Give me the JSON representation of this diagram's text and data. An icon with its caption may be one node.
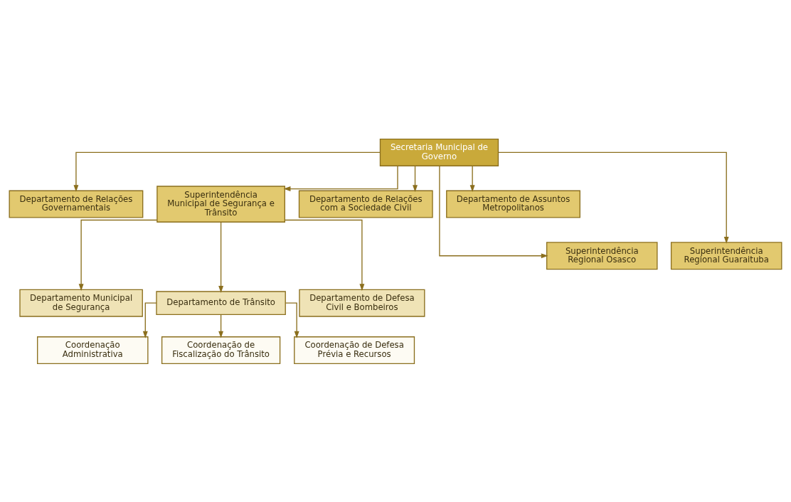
{
  "diagram": {
    "nodes": [
      {
        "text": [
          "Secretaria Municipal de Governo"
        ]
      },
      {
        "text": [
          "Departamento de Relações Governamentais"
        ]
      },
      {
        "text": [
          "Superintendência Municipal de Segurança e Trânsito"
        ]
      },
      {
        "text": [
          "Departamento de Relações com a Sociedade Civil"
        ]
      },
      {
        "text": [
          "Departamento de Assuntos Metropolitanos"
        ]
      },
      {
        "text": [
          "Superintendência Regional Osasco"
        ]
      },
      {
        "text": [
          "Superintendência Regional Guaraituba"
        ]
      },
      {
        "text": [
          "Departamento Municipal de Segurança"
        ]
      },
      {
        "text": [
          "Departamento de Trânsito"
        ]
      },
      {
        "text": [
          "Departamento de Defesa Civil e Bombeiros"
        ]
      },
      {
        "text": [
          "Coordenação Administrativa"
        ]
      },
      {
        "text": [
          "Coordenação de Fiscalização do Trânsito"
        ]
      },
      {
        "text": [
          "Coordenação de Defesa Prévia e Recursos"
        ]
      }
    ],
    "edges": [
      {
        "from": 0,
        "to": 1,
        "arrow": "to"
      },
      {
        "from": 0,
        "to": 5,
        "arrow": "to"
      },
      {
        "from": 0,
        "to": 2,
        "arrow": "to"
      },
      {
        "from": 0,
        "to": 3,
        "arrow": "to"
      },
      {
        "from": 0,
        "to": 6,
        "arrow": "to"
      },
      {
        "from": 0,
        "to": 4,
        "arrow": "to"
      },
      {
        "from": 2,
        "to": 7,
        "arrow": "to"
      },
      {
        "from": 2,
        "to": 8,
        "arrow": "to"
      },
      {
        "from": 2,
        "to": 9,
        "arrow": "to"
      },
      {
        "from": 8,
        "to": 10,
        "arrow": "to"
      },
      {
        "from": 8,
        "to": 11,
        "arrow": "to"
      },
      {
        "from": 8,
        "to": 12,
        "arrow": "to"
      }
    ]
  }
}
